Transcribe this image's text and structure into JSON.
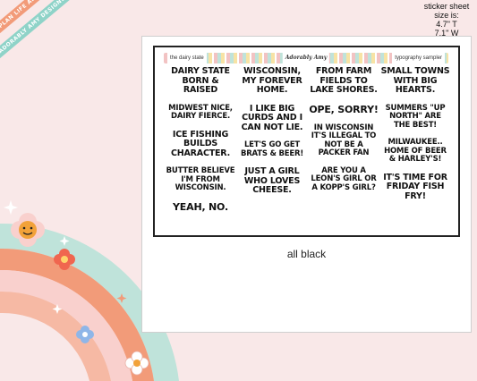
{
  "ribbons": {
    "top": "plan life adorably • adorably amy designs • plan life adorably",
    "bottom": "adorably amy designs • plan life adorably • adorably amy designs"
  },
  "size_info": {
    "line1": "sticker sheet",
    "line2": "size is:",
    "line3": "4.7\" T",
    "line4": "7.1\" W"
  },
  "sheet": {
    "header_left": "the dairy state",
    "header_center": "Adorably Amy",
    "header_right": "typography sampler",
    "columns": [
      [
        "Dairy State Born & Raised",
        "Midwest Nice, Dairy Fierce.",
        "Ice Fishing Builds Character.",
        "Butter Believe I'm From Wisconsin.",
        "Yeah, No."
      ],
      [
        "Wisconsin, My Forever Home.",
        "I Like Big Curds and I Can Not Lie.",
        "Let's Go Get Brats & Beer!",
        "Just a Girl Who Loves Cheese."
      ],
      [
        "From Farm Fields to Lake Shores.",
        "Ope, Sorry!",
        "In Wisconsin It's Illegal to Not Be a Packer Fan",
        "Are You a Leon's Girl or a Kopp's Girl?"
      ],
      [
        "Small Towns with Big Hearts.",
        "Summers \"Up North\" Are the Best!",
        "Milwaukee.. Home of Beer & Harley's!",
        "It's Time for Friday Fish Fry!"
      ]
    ]
  },
  "caption": "all black",
  "colors": {
    "background": "#f9e8e8",
    "rainbow_outer": "#f6c7c0",
    "rainbow_coral": "#f29b79",
    "rainbow_teal": "#bfe3da",
    "rainbow_pink": "#f9d0cd"
  }
}
